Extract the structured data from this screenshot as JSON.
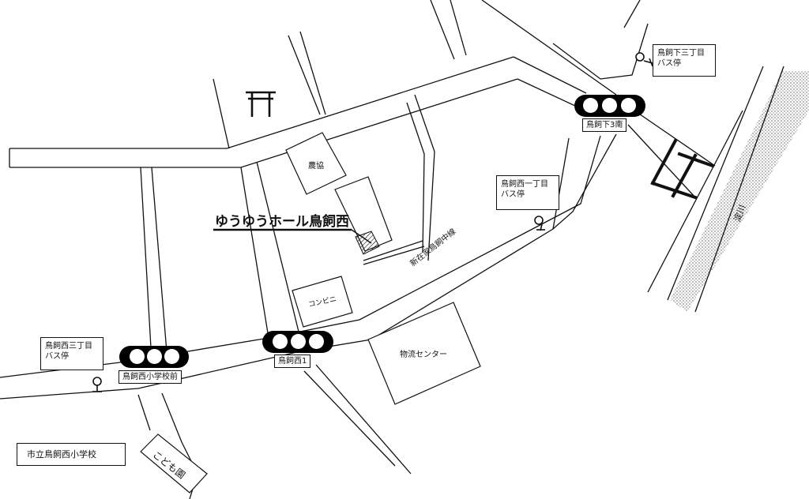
{
  "map": {
    "labels": {
      "hall": "ゆうゆうホール鳥飼西",
      "nokyo": "農協",
      "konbini": "コンビニ",
      "butsuryu": "物流センター",
      "road": "新在家鳥飼中線",
      "river": "淀川",
      "school": "市立鳥飼西小学校",
      "kindergarten": "こども園"
    },
    "bus_stops": {
      "shimo3": "鳥飼下三丁目\nバス停",
      "nishi1": "鳥飼西一丁目\nバス停",
      "nishi3": "鳥飼西三丁目\nバス停"
    },
    "signals": {
      "shimo3_minami": "鳥飼下3南",
      "nishi1": "鳥飼西1",
      "school_mae": "鳥飼西小学校前"
    }
  }
}
